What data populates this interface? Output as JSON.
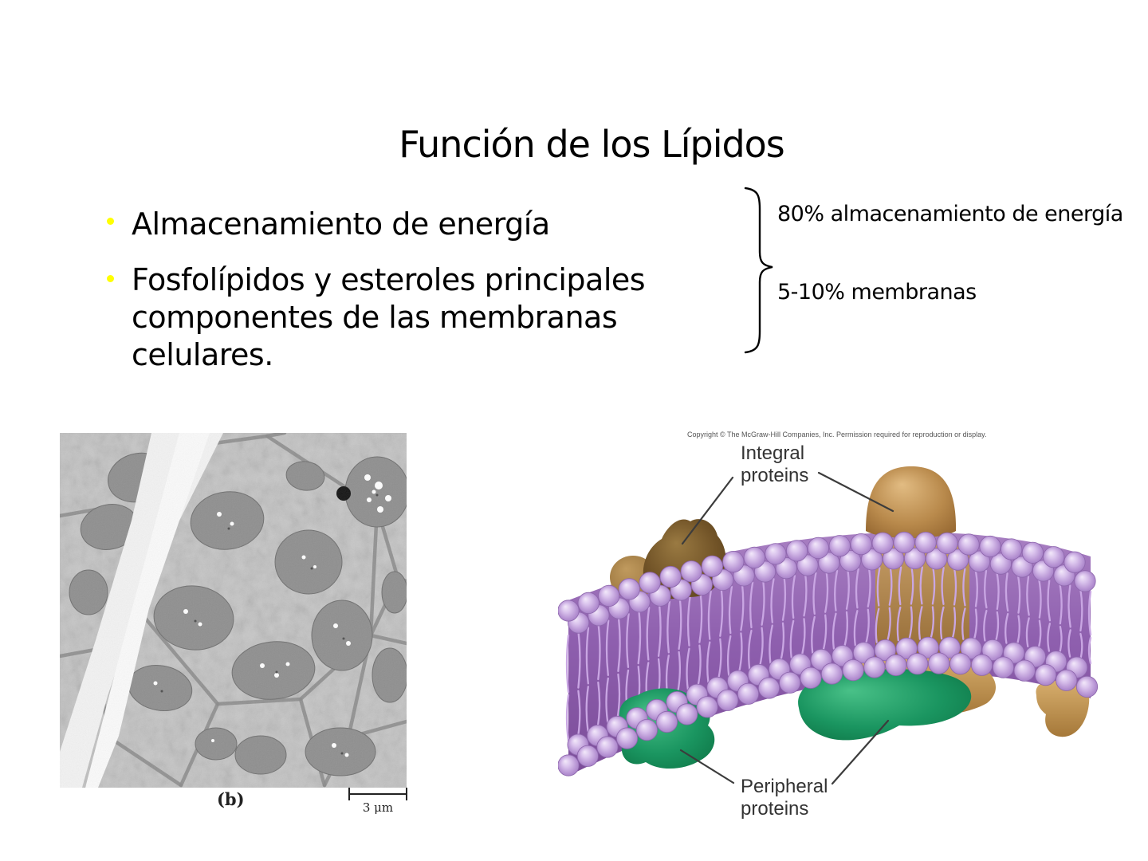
{
  "slide": {
    "title": "Función de los Lípidos",
    "bullets": [
      "Almacenamiento de energía",
      "Fosfolípidos y esteroles principales componentes de las membranas celulares."
    ],
    "brace_annotations": [
      "80% almacenamiento de energía",
      "5-10% membranas"
    ]
  },
  "micrograph": {
    "caption": "(b)",
    "scale_label": "3 μm"
  },
  "membrane_figure": {
    "copyright": "Copyright © The McGraw-Hill Companies, Inc. Permission required for reproduction or display.",
    "integral_label_line1": "Integral",
    "integral_label_line2": "proteins",
    "peripheral_label_line1": "Peripheral",
    "peripheral_label_line2": "proteins"
  },
  "colors": {
    "background": "#ffffff",
    "text": "#000000",
    "bullet_dot": "#ffff00",
    "membrane_purple": "#8e5fae",
    "phospholipid_head": "#c7a6dd",
    "integral_protein_brown": "#b98a4c",
    "peripheral_protein_green": "#1a9560",
    "micrograph_gray": "#c9c9c9"
  }
}
